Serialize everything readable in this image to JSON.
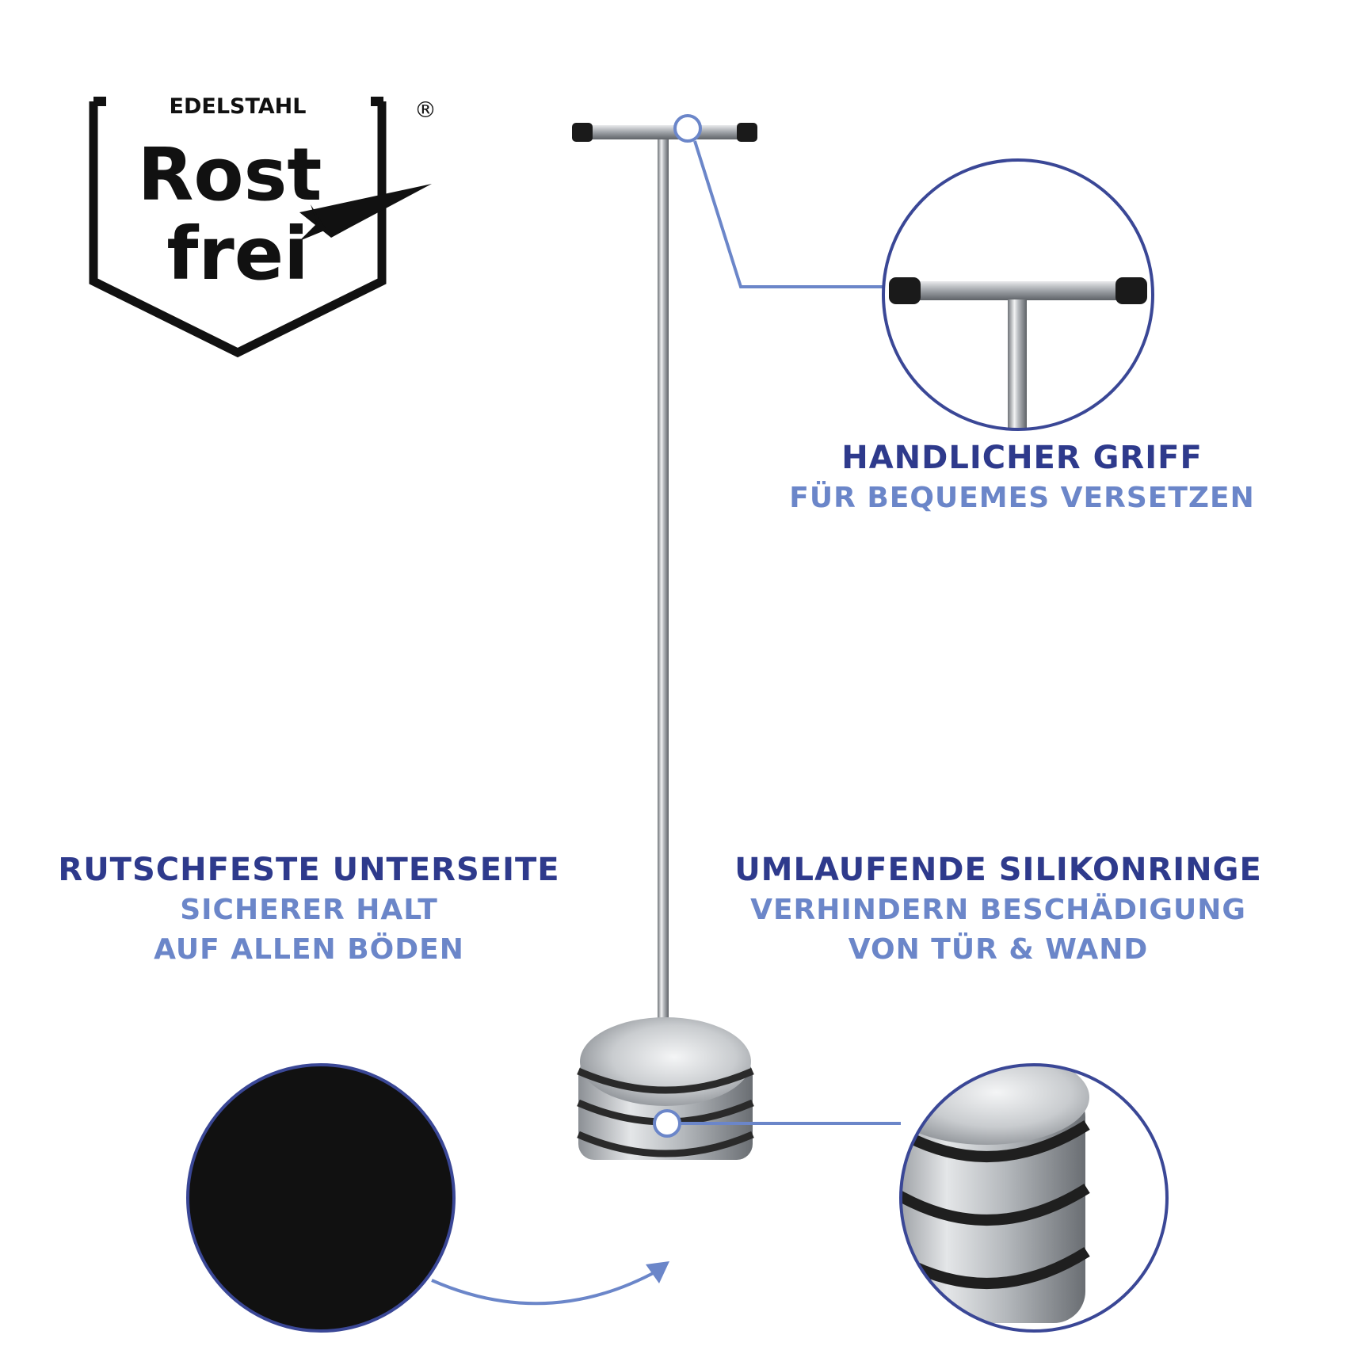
{
  "logo": {
    "top_text": "EDELSTAHL",
    "registered": "®",
    "line1": "Rost",
    "line2": "frei"
  },
  "features": {
    "grip": {
      "title": "HANDLICHER GRIFF",
      "lines": [
        "FÜR BEQUEMES VERSETZEN"
      ]
    },
    "base": {
      "title": "RUTSCHFESTE UNTERSEITE",
      "lines": [
        "SICHERER HALT",
        "AUF ALLEN BÖDEN"
      ]
    },
    "rings": {
      "title": "UMLAUFENDE SILIKONRINGE",
      "lines": [
        "VERHINDERN BESCHÄDIGUNG",
        "VON TÜR & WAND"
      ]
    }
  },
  "colors": {
    "dark_text": "#2e3a8c",
    "light_text": "#6b86c9",
    "callout_line": "#6b86c9",
    "circle_border": "#3a4796"
  }
}
